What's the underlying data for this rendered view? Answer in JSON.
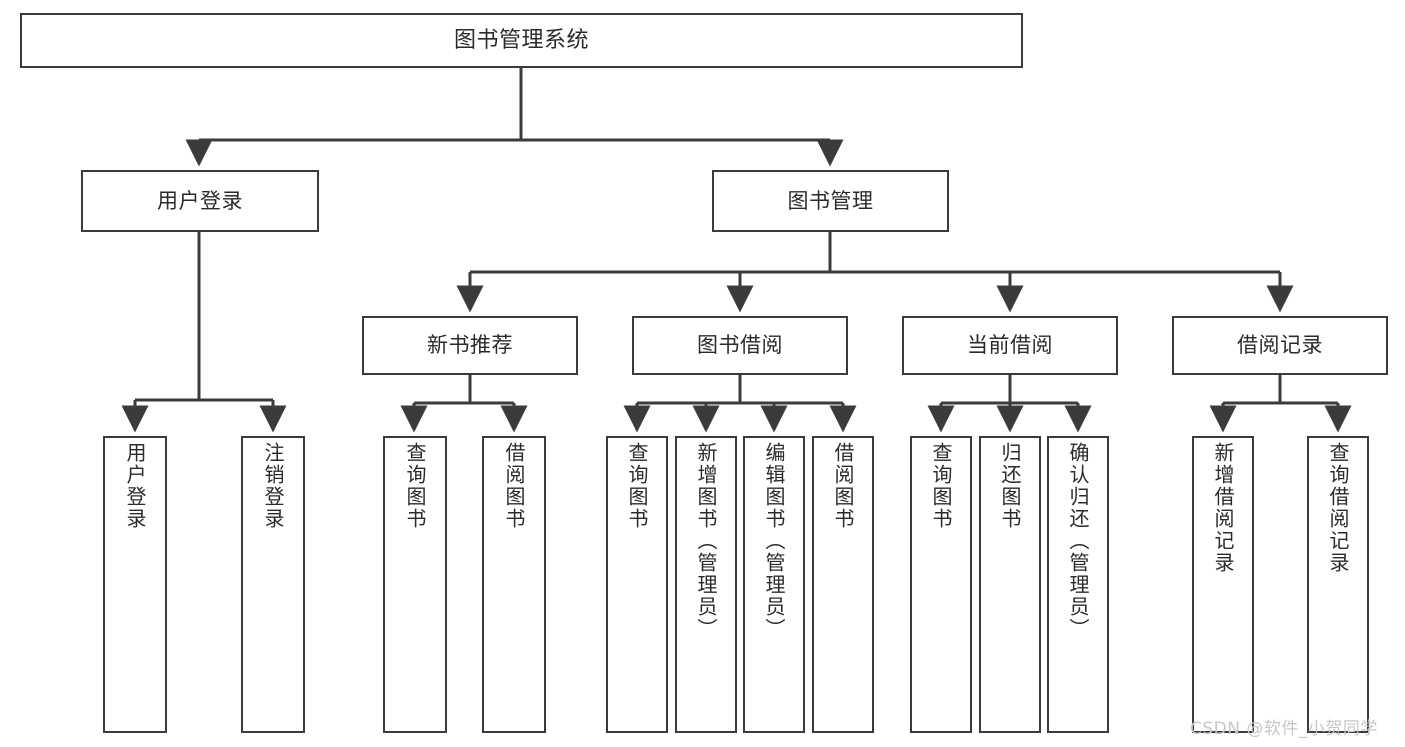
{
  "diagram": {
    "title": "图书管理系统",
    "type": "hierarchy-tree",
    "levels": 4,
    "nodes": {
      "root": {
        "label": "图书管理系统"
      },
      "level2": [
        {
          "id": "user-login",
          "label": "用户登录"
        },
        {
          "id": "book-manage",
          "label": "图书管理"
        }
      ],
      "level3": [
        {
          "id": "new-book-recommend",
          "label": "新书推荐"
        },
        {
          "id": "book-borrow",
          "label": "图书借阅"
        },
        {
          "id": "current-borrow",
          "label": "当前借阅"
        },
        {
          "id": "borrow-record",
          "label": "借阅记录"
        }
      ],
      "leaves": {
        "user-login": [
          {
            "id": "leaf-user-login",
            "label": "用户登录"
          },
          {
            "id": "leaf-logout",
            "label": "注销登录"
          }
        ],
        "new-book-recommend": [
          {
            "id": "leaf-query-book-1",
            "label": "查询图书"
          },
          {
            "id": "leaf-borrow-book-1",
            "label": "借阅图书"
          }
        ],
        "book-borrow": [
          {
            "id": "leaf-query-book-2",
            "label": "查询图书"
          },
          {
            "id": "leaf-add-book",
            "label": "新增图书（管理员）"
          },
          {
            "id": "leaf-edit-book",
            "label": "编辑图书（管理员）"
          },
          {
            "id": "leaf-borrow-book-2",
            "label": "借阅图书"
          }
        ],
        "current-borrow": [
          {
            "id": "leaf-query-book-3",
            "label": "查询图书"
          },
          {
            "id": "leaf-return-book",
            "label": "归还图书"
          },
          {
            "id": "leaf-confirm-return",
            "label": "确认归还（管理员）"
          }
        ],
        "borrow-record": [
          {
            "id": "leaf-add-record",
            "label": "新增借阅记录"
          },
          {
            "id": "leaf-query-record",
            "label": "查询借阅记录"
          }
        ]
      }
    },
    "colors": {
      "stroke": "#3b3b3b",
      "fill": "#ffffff",
      "text": "#2b2b2b",
      "watermark": "#c7c7c7"
    }
  },
  "watermark": {
    "text": "CSDN @软件_小贺同学"
  }
}
